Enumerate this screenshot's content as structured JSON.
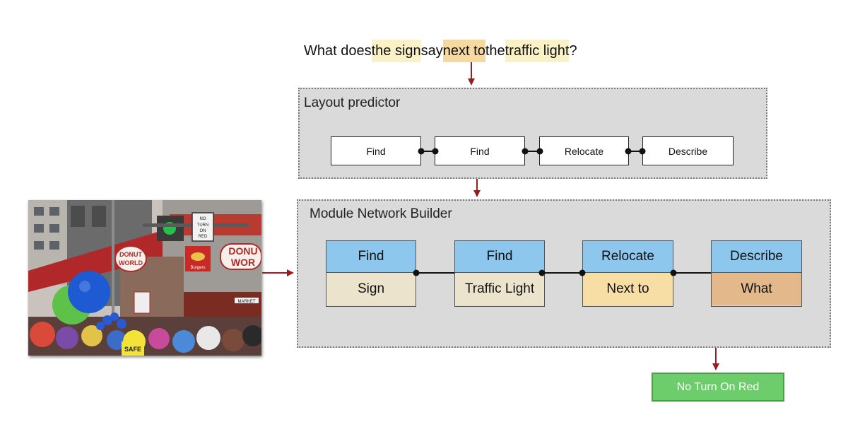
{
  "question": {
    "parts": [
      {
        "text": "What does ",
        "highlight": ""
      },
      {
        "text": "the sign",
        "highlight": "#fbf1c7"
      },
      {
        "text": " say ",
        "highlight": ""
      },
      {
        "text": "next to",
        "highlight": "#f6d9a0"
      },
      {
        "text": " the ",
        "highlight": ""
      },
      {
        "text": "traffic light",
        "highlight": "#fbf1c7"
      },
      {
        "text": "?",
        "highlight": ""
      }
    ]
  },
  "layout_predictor": {
    "title": "Layout predictor",
    "modules": [
      "Find",
      "Find",
      "Relocate",
      "Describe"
    ]
  },
  "module_network_builder": {
    "title": "Module Network Builder",
    "modules": [
      {
        "name": "Find",
        "argument": "Sign",
        "name_color": "#8ec7ee",
        "argument_color": "#ebe3cb"
      },
      {
        "name": "Find",
        "argument": "Traffic Light",
        "name_color": "#8ec7ee",
        "argument_color": "#ebe3cb"
      },
      {
        "name": "Relocate",
        "argument": "Next to",
        "name_color": "#8ec7ee",
        "argument_color": "#f6dea4"
      },
      {
        "name": "Describe",
        "argument": "What",
        "name_color": "#8ec7ee",
        "argument_color": "#e3b98c"
      }
    ]
  },
  "image": {
    "sign_lines": [
      "NO",
      "TURN",
      "ON",
      "RED"
    ],
    "storefront_text": [
      "DONUT",
      "WORLD"
    ],
    "storefront_text_right": [
      "DONU",
      "WOR"
    ],
    "logo_text": [
      "Burgers"
    ],
    "street_sign": "MARKET",
    "shirt_text": "SAFE"
  },
  "answer": "No Turn On Red",
  "colors": {
    "arrow": "#9b1c1c",
    "connector": "#111111",
    "panel_bg": "#dadada",
    "answer_bg": "#6ccd6a"
  }
}
